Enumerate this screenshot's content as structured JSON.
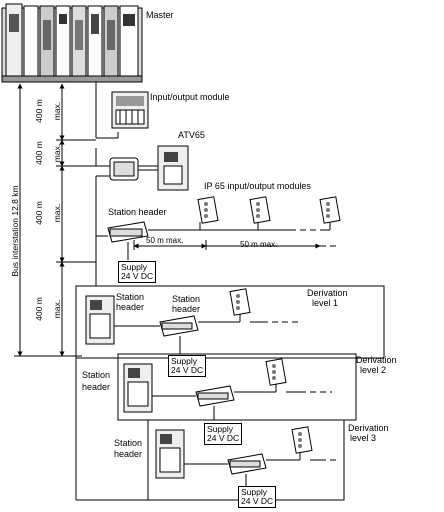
{
  "labels": {
    "master": "Master",
    "io_module": "Input/output module",
    "atv65": "ATV65",
    "ip65_modules": "IP 65 input/output modules",
    "station_header": "Station header",
    "station": "Station",
    "header": "header",
    "span_50m_a": "50 m max.",
    "span_50m_b": "50 m max.",
    "supply_line1": "Supply",
    "supply_line2": "24 V DC",
    "derivation": "Derivation",
    "level1": "level 1",
    "level2": "level 2",
    "level3": "level 3",
    "bus_interstation": "Bus interstation 12.8 km",
    "seg_400m": "400 m",
    "seg_max": "max."
  }
}
